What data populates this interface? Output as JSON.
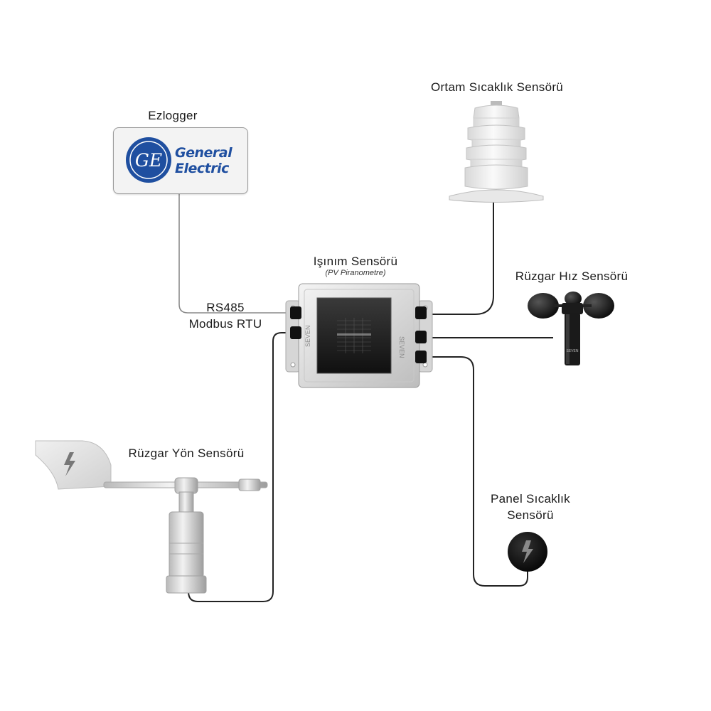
{
  "labels": {
    "ezlogger": "Ezlogger",
    "ortam": "Ortam Sıcaklık Sensörü",
    "isinim": "Işınım Sensörü",
    "isinim_sub": "(PV Piranometre)",
    "ruzgar_hiz": "Rüzgar Hız Sensörü",
    "ruzgar_yon": "Rüzgar Yön Sensörü",
    "panel_line1": "Panel Sıcaklık",
    "panel_line2": "Sensörü",
    "rs485": "RS485",
    "modbus": "Modbus RTU"
  },
  "logo": {
    "line1": "General",
    "line2": "Electric",
    "monogram": "GE"
  },
  "device_brand": "SEVEN",
  "colors": {
    "ge_blue": "#1f4fa0",
    "cable": "#222222",
    "logger_cable": "#8a8a8a"
  }
}
